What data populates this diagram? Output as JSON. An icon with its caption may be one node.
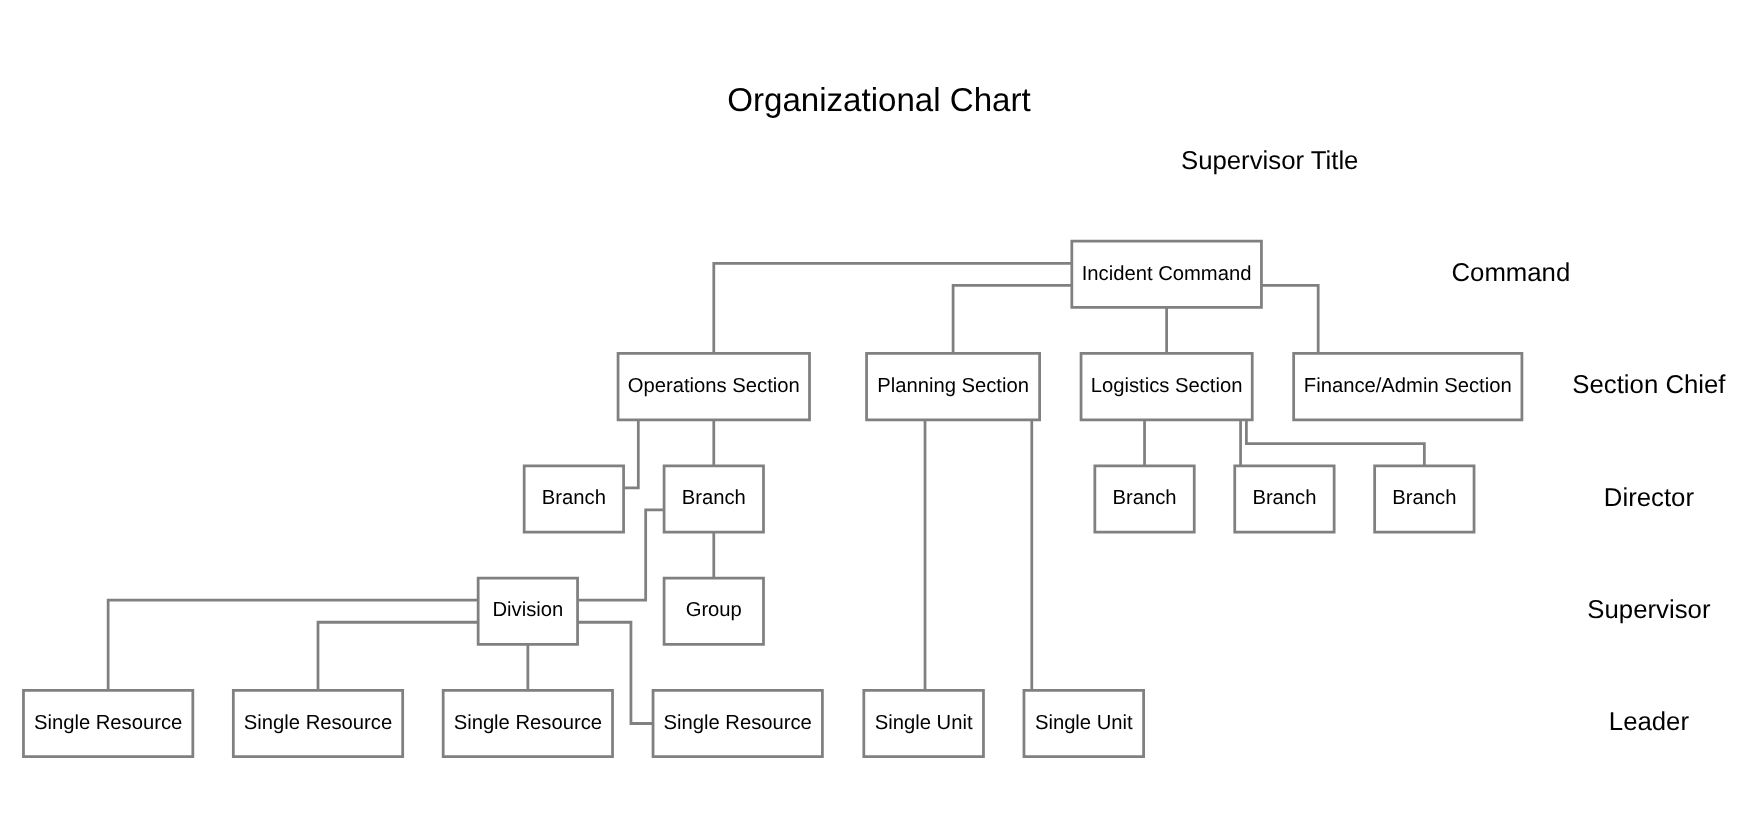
{
  "diagram": {
    "title": "Organizational Chart",
    "nodes": [
      {
        "text": [
          "Incident Command"
        ]
      },
      {
        "text": [
          "Operations Section"
        ]
      },
      {
        "text": [
          "Planning Section"
        ]
      },
      {
        "text": [
          "Logistics Section"
        ]
      },
      {
        "text": [
          "Finance/Admin Section"
        ]
      },
      {
        "text": [
          "Branch"
        ]
      },
      {
        "text": [
          "Branch"
        ]
      },
      {
        "text": [
          "Branch"
        ]
      },
      {
        "text": [
          "Branch"
        ]
      },
      {
        "text": [
          "Branch"
        ]
      },
      {
        "text": [
          "Division"
        ]
      },
      {
        "text": [
          "Group"
        ]
      },
      {
        "text": [
          "Single Resource"
        ]
      },
      {
        "text": [
          "Single Resource"
        ]
      },
      {
        "text": [
          "Single Resource"
        ]
      },
      {
        "text": [
          "Single Resource"
        ]
      },
      {
        "text": [
          "Single Unit"
        ]
      },
      {
        "text": [
          "Single Unit"
        ]
      }
    ],
    "edges": [
      {
        "from": 0,
        "to": 1,
        "arrow": "none"
      },
      {
        "from": 0,
        "to": 2,
        "arrow": "none"
      },
      {
        "from": 0,
        "to": 3,
        "arrow": "none"
      },
      {
        "from": 0,
        "to": 4,
        "arrow": "none"
      },
      {
        "from": 1,
        "to": 5,
        "arrow": "none"
      },
      {
        "from": 1,
        "to": 6,
        "arrow": "none"
      },
      {
        "from": 3,
        "to": 7,
        "arrow": "none"
      },
      {
        "from": 3,
        "to": 8,
        "arrow": "none"
      },
      {
        "from": 3,
        "to": 9,
        "arrow": "none"
      },
      {
        "from": 6,
        "to": 10,
        "arrow": "none"
      },
      {
        "from": 6,
        "to": 11,
        "arrow": "none"
      },
      {
        "from": 10,
        "to": 12,
        "arrow": "none"
      },
      {
        "from": 10,
        "to": 13,
        "arrow": "none"
      },
      {
        "from": 10,
        "to": 14,
        "arrow": "none"
      },
      {
        "from": 10,
        "to": 15,
        "arrow": "none"
      },
      {
        "from": 2,
        "to": 16,
        "arrow": "none"
      },
      {
        "from": 2,
        "to": 17,
        "arrow": "none"
      }
    ],
    "labels": [
      "Supervisor Title",
      "Command",
      "Section Chief",
      "Director",
      "Supervisor",
      "Leader"
    ]
  }
}
